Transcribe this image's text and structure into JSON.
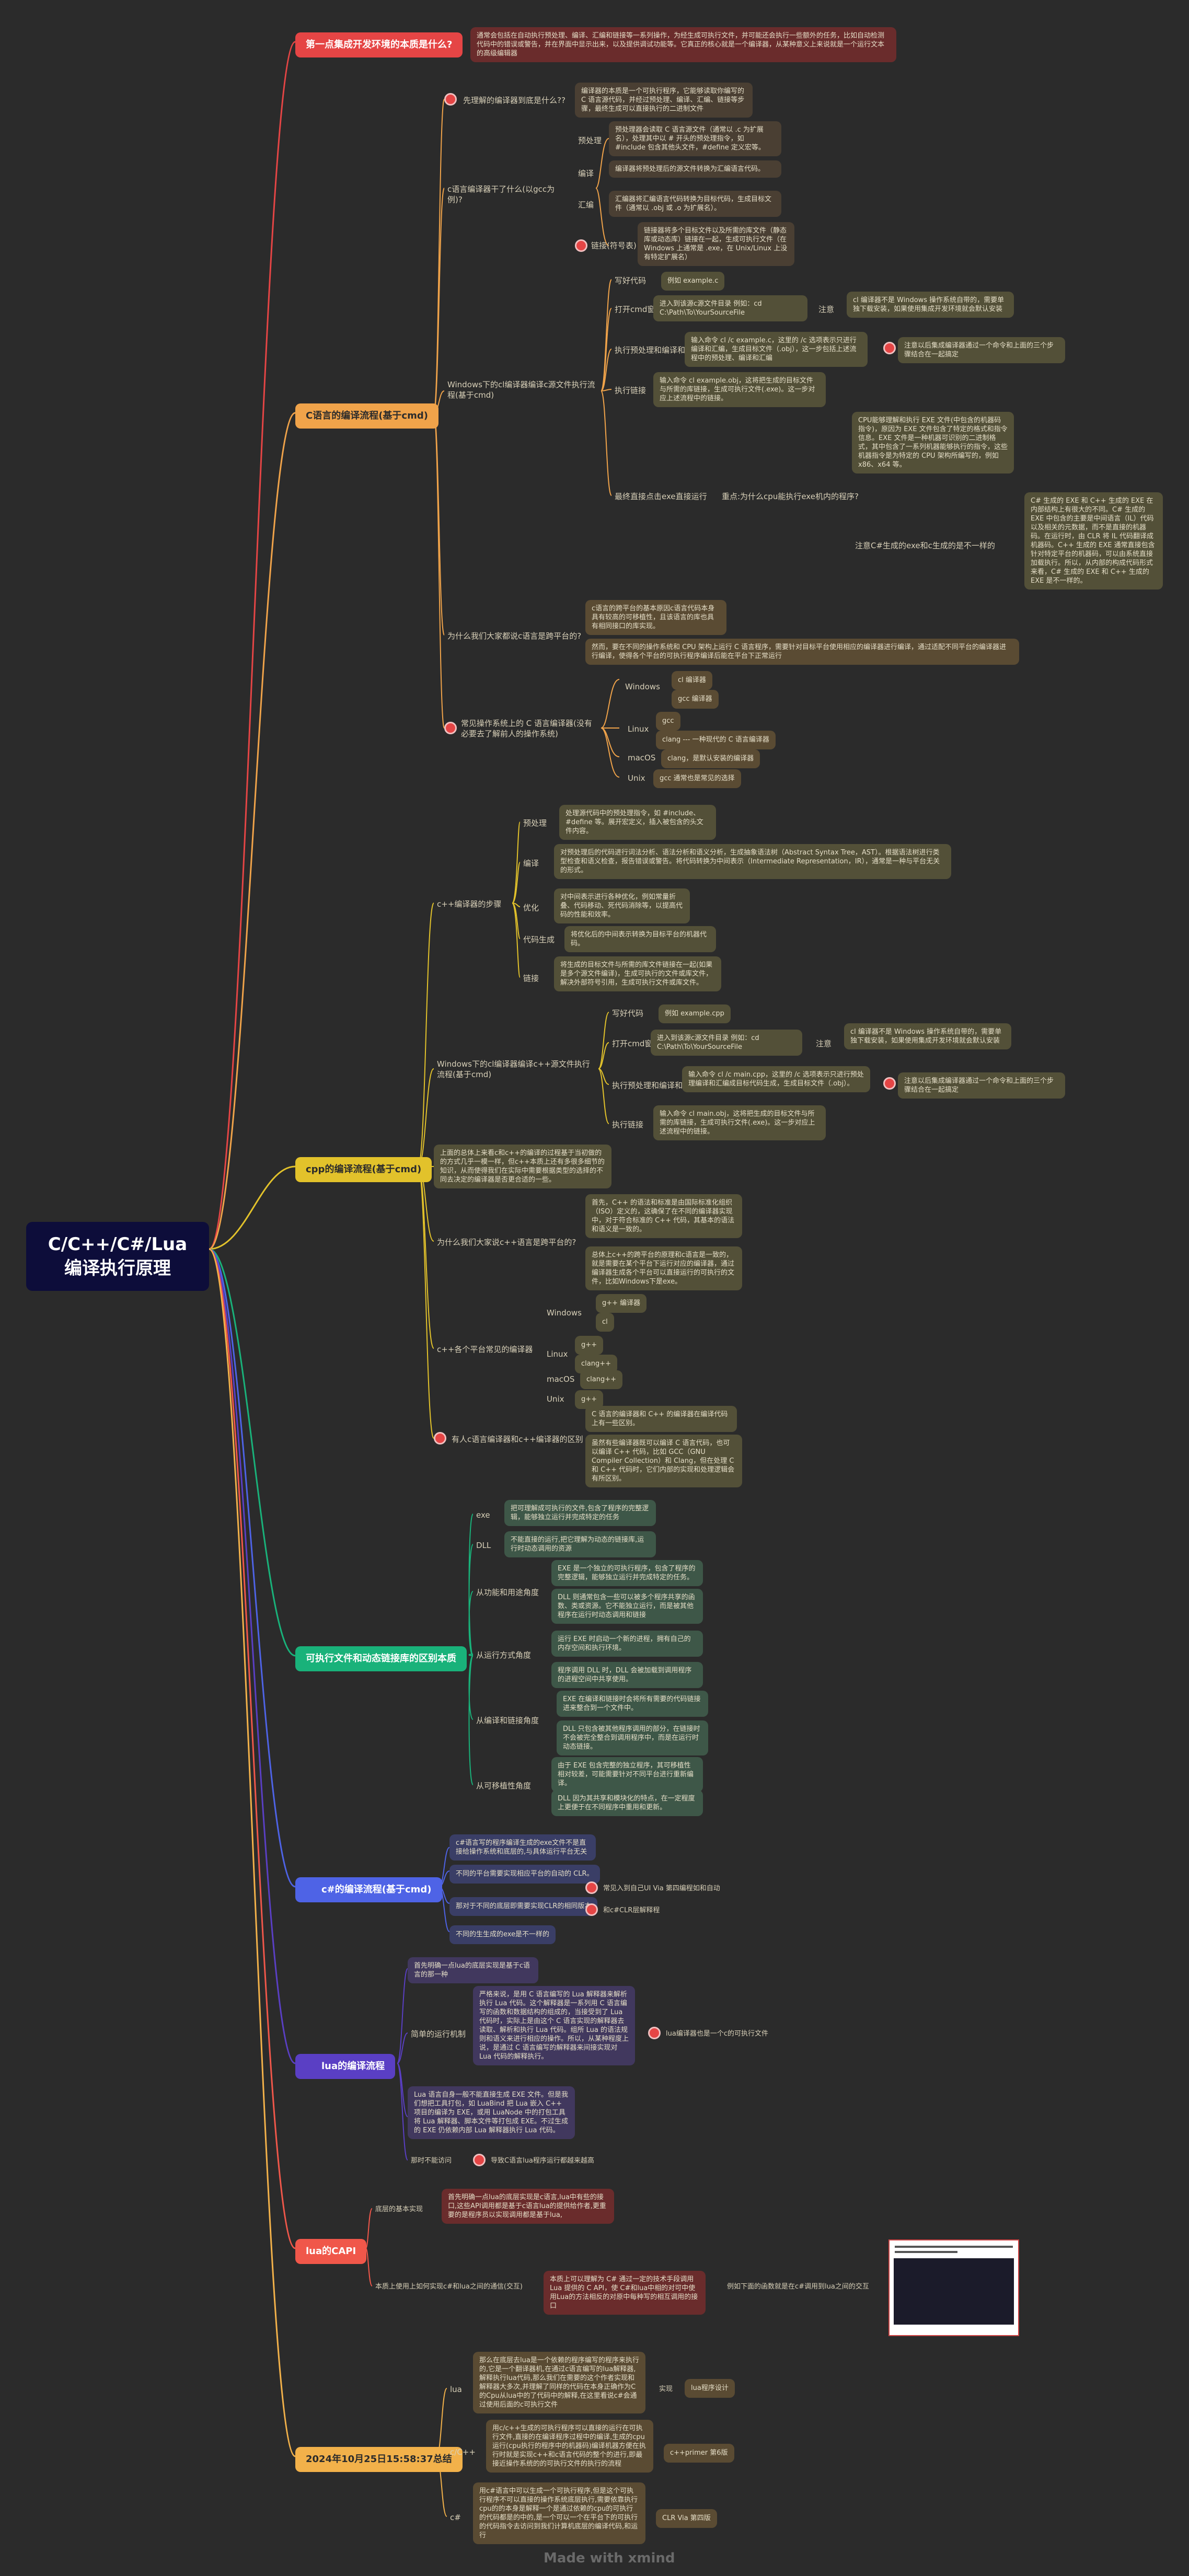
{
  "title": "C/C++/C#/Lua编译执行原理",
  "colors": {
    "bg": "#2b2b2b",
    "root": "#0d0d3a",
    "red": "#e54545",
    "orange": "#f0a34a",
    "yellow": "#e2c22b",
    "green": "#19b27a",
    "blue": "#4e63e6",
    "purple": "#5a3fc4",
    "redorange": "#f0574a",
    "gold": "#f2b14a"
  },
  "branches": {
    "b1": {
      "label": "第一点集成开发环境的本质是什么?",
      "text": "通常会包括在自动执行预处理、编译、汇编和链接等一系列操作，为经生成可执行文件，并可能还会执行一些额外的任务，比如自动检测代码中的错误或警告，并在界面中显示出来，以及提供调试功能等。它真正的核心就是一个编译器，从某种意义上来说就是一个运行文本的高级编辑器"
    },
    "b2": {
      "label": "C语言的编译流程(基于cmd)",
      "q1": "先理解的编译器到底是什么??",
      "q1a": "编译器的本质是一个可执行程序，它能够读取你编写的 C 语言源代码，并经过预处理、编译、汇编、链接等步骤，最终生成可以直接执行的二进制文件",
      "q2": "c语言编译器干了什么(以gcc为例)?",
      "steps": [
        {
          "name": "预处理",
          "text": "预处理器会读取 C 语言源文件（通常以 .c 为扩展名），处理其中以 # 开头的预处理指令，如 #include 包含其他头文件，#define 定义宏等。"
        },
        {
          "name": "编译",
          "text": "编译器将预处理后的源文件转换为汇编语言代码。"
        },
        {
          "name": "汇编",
          "text": "汇编器将汇编语言代码转换为目标代码，生成目标文件（通常以 .obj 或 .o 为扩展名）。"
        },
        {
          "name": "链接(符号表)",
          "text": "链接器将多个目标文件以及所需的库文件（静态库或动态库）链接在一起，生成可执行文件（在 Windows 上通常是 .exe，在 Unix/Linux 上没有特定扩展名）"
        }
      ],
      "win": {
        "label": "Windows下的cl编译器编译c源文件执行流程(基于cmd)",
        "s1": "写好代码",
        "s1a": "例如 example.c",
        "s2": "打开cmd窗口",
        "s2a": "进入到该源c源文件目录 例如：cd C:\\Path\\To\\YourSourceFile",
        "s2n": "注意",
        "s2na": "cl 编译器不是 Windows 操作系统自带的，需要单独下载安装，如果使用集成开发环境就会默认安装",
        "s3": "执行预处理和编译和汇编",
        "s3a": "输入命令 cl /c example.c，这里的 /c 选项表示只进行编译和汇编，生成目标文件（.obj），这一步包括上述流程中的预处理、编译和汇编",
        "s3n": "注意以后集成编译器通过一个命令和上面的三个步骤结合在一起搞定",
        "s4": "执行链接",
        "s4a": "输入命令 cl example.obj，这将把生成的目标文件与所需的库链接，生成可执行文件(.exe)。这一步对应上述流程中的链接。",
        "s5": "最终直接点击exe直接运行",
        "s5q": "重点:为什么cpu能执行exe机内的程序?",
        "s5a": "CPU能够理解和执行 EXE 文件(中包含的机器码指令)，原因为 EXE 文件包含了特定的格式和指令信息。EXE 文件是一种机器可识别的二进制格式，其中包含了一系列机器能够执行的指令，这些机器指令是为特定的 CPU 架构所编写的，例如 x86、x64 等。",
        "s5n": "注意C#生成的exe和c生成的是不一样的",
        "s5na": "C# 生成的 EXE 和 C++ 生成的 EXE 在内部结构上有很大的不同。C# 生成的 EXE 中包含的主要是中间语言（IL）代码以及相关的元数据，而不是直接的机器码。在运行时，由 CLR 将 IL 代码翻译成机器码。C++ 生成的 EXE 通常直接包含针对特定平台的机器码，可以由系统直接加载执行。所以，从内部的构成代码形式来看，C# 生成的 EXE 和 C++ 生成的 EXE 是不一样的。"
      },
      "why": {
        "label": "为什么我们大家都说c语言是跨平台的?",
        "a": "c语言的跨平台的基本原因c语言代码本身具有较高的可移植性，且该语言的库也具有相同接口的库实现。",
        "b": "然而，要在不同的操作系统和 CPU 架构上运行 C 语言程序，需要针对目标平台使用相应的编译器进行编译，通过适配不同平台的编译器进行编译，使得各个平台的可执行程序编译后能在平台下正常运行"
      },
      "compilers": {
        "label": "常见操作系统上的 C 语言编译器(没有必要去了解前人的操作系统)",
        "windows": "Windows",
        "win_items": [
          "cl 编译器",
          "gcc 编译器"
        ],
        "linux": "Linux",
        "linux_items": [
          "gcc",
          "clang --- 一种现代的 C 语言编译器"
        ],
        "mac": "macOS",
        "mac_items": [
          "clang，是默认安装的编译器"
        ],
        "unix": "Unix",
        "unix_items": [
          "gcc 通常也是常见的选择"
        ]
      }
    },
    "b3": {
      "label": "cpp的编译流程(基于cmd)",
      "cpp": {
        "label": "c++编译器的步骤",
        "steps": [
          {
            "name": "预处理",
            "text": "处理源代码中的预处理指令，如 #include、#define 等。展开宏定义，插入被包含的头文件内容。"
          },
          {
            "name": "编译",
            "text": "对预处理后的代码进行词法分析、语法分析和语义分析，生成抽象语法树（Abstract Syntax Tree，AST）。根据语法树进行类型检查和语义检查，报告错误或警告。将代码转换为中间表示（Intermediate Representation，IR），通常是一种与平台无关的形式。"
          },
          {
            "name": "优化",
            "text": "对中间表示进行各种优化，例如常量折叠、代码移动、死代码消除等，以提高代码的性能和效率。"
          },
          {
            "name": "代码生成",
            "text": "将优化后的中间表示转换为目标平台的机器代码。"
          },
          {
            "name": "链接",
            "text": "将生成的目标文件与所需的库文件链接在一起(如果是多个源文件编译)，生成可执行的文件或库文件，解决外部符号引用，生成可执行文件或库文件。"
          }
        ]
      },
      "win": {
        "label": "Windows下的cl编译器编译c++源文件执行流程(基于cmd)",
        "s1": "写好代码",
        "s1a": "例如 example.cpp",
        "s2": "打开cmd窗口",
        "s2a": "进入到该源c源文件目录 例如：cd C:\\Path\\To\\YourSourceFile",
        "s2n": "注意",
        "s2na": "cl 编译器不是 Windows 操作系统自带的，需要单独下载安装，如果使用集成开发环境就会默认安装",
        "s3": "执行预处理和编译和汇编",
        "s3a": "输入命令 cl /c main.cpp，这里的 /c 选项表示只进行预处理编译和汇编成目标代码生成，生成目标文件（.obj）。",
        "s3n": "注意以后集成编译器通过一个命令和上面的三个步骤结合在一起搞定",
        "s4": "执行链接",
        "s4a": "输入命令 cl main.obj，这将把生成的目标文件与所需的库链接，生成可执行文件(.exe)。这一步对应上述流程中的链接。"
      },
      "note": "上面的总体上来看c和c++的编译的过程基于当初做的的方式几乎一模一样，但c++本质上还有多很多细节的知识，从而使得我们在实际中需要根据类型的选择的不同去决定的编译器是否更合适的一些。",
      "why": {
        "label": "为什么我们大家说c++语言是跨平台的?",
        "a": "首先，C++ 的语法和标准是由国际标准化组织（ISO）定义的，这确保了在不同的编译器实现中，对于符合标准的 C++ 代码，其基本的语法和语义是一致的。",
        "b": "总体上c++的跨平台的原理和c语言是一致的，就是需要在某个平台下运行对应的编译器，通过编译器生成各个平台可以直接运行的可执行的文件，比如Windows下是exe。"
      },
      "compilers": {
        "label": "c++各个平台常见的编译器",
        "windows": "Windows",
        "win_items": [
          "g++ 编译器",
          "cl"
        ],
        "linux": "Linux",
        "linux_items": [
          "g++",
          "clang++"
        ],
        "mac": "macOS",
        "mac_items": [
          "clang++"
        ],
        "unix": "Unix",
        "unix_items": [
          "g++"
        ]
      },
      "diff": {
        "label": "有人c语言编译器和c++编译器的区别",
        "a": "C 语言的编译器和 C++ 的编译器在编译代码上有一些区别。",
        "b": "虽然有些编译器既可以编译 C 语言代码，也可以编译 C++ 代码，比如 GCC（GNU Compiler Collection）和 Clang，但在处理 C 和 C++ 代码时，它们内部的实现和处理逻辑会有所区别。"
      }
    },
    "b4": {
      "label": "可执行文件和动态链接库的区别本质",
      "exe": "exe",
      "exe_a": "把可理解成可执行的文件,包含了程序的完整逻辑，能够独立运行并完成特定的任务",
      "dll": "DLL",
      "dll_a": "不能直接的运行,把它理解为动态的链接库,运行时动态调用的资源",
      "c1": "从功能和用途角度",
      "c1a": "EXE 是一个独立的可执行程序，包含了程序的完整逻辑，能够独立运行并完成特定的任务。",
      "c1b": "DLL 则通常包含一些可以被多个程序共享的函数、类或资源。它不能独立运行，而是被其他程序在运行时动态调用和链接",
      "c2": "从运行方式角度",
      "c2a": "运行 EXE 时启动一个新的进程，拥有自己的内存空间和执行环境。",
      "c2b": "程序调用 DLL 时，DLL 会被加载到调用程序的进程空间中共享使用。",
      "c3": "从编译和链接角度",
      "c3a": "EXE 在编译和链接时会将所有需要的代码链接进来整合到一个文件中。",
      "c3b": "DLL 只包含被其他程序调用的部分，在链接时不会被完全整合到调用程序中，而是在运行时动态链接。",
      "c4": "从可移植性角度",
      "c4a": "由于 EXE 包含完整的独立程序，其可移植性相对较差，可能需要针对不同平台进行重新编译。",
      "c4b": "DLL 因为其共享和模块化的特点，在一定程度上更便于在不同程序中重用和更新。"
    },
    "b5": {
      "label": "c#的编译流程(基于cmd)",
      "a": "c#语言写的程序编译生成的exe文件不是直接给操作系统和底层的,与具体运行平台无关",
      "b": "不同的平台需要实现相应平台的自动的 CLR。",
      "c": "那对于不同的底层即需要实现CLR的相同版本",
      "c_n1": "常见入到自己UI Via 第四编程如和自动",
      "c_n2": "和c#CLR层解释程",
      "d": "不同的生生成的exe是不一样的"
    },
    "b6": {
      "label": "lua的编译流程",
      "a": "首先明确一点lua的底层实现是基于c语言的那一种",
      "b": "简单的运行机制",
      "b1": "严格来说，是用 C 语言编写的 Lua 解释器来解析执行 Lua 代码。这个解释器是一系列用 C 语言编写的函数和数据结构的组成的，当接受到了 Lua 代码时，实际上是由这个 C 语言实现的解释器去读取、解析和执行 Lua 代码。组所 Lua 的语法规则和语义来进行相应的操作。所以，从某种程度上说，是通过 C 语言编写的解释器来间接实现对 Lua 代码的解释执行。",
      "b1n": "lua编译器也是一个c的可执行文件",
      "c": "Lua 语言自身一般不能直接生成 EXE 文件。但是我们想把工具打包，如 LuaBind 把 Lua 嵌入 C++ 项目的编译为 EXE，或用 LuaNode 中的打包工具将 Lua 解释器、脚本文件等打包成 EXE。不过生成的 EXE 仍依赖内部 Lua 解释器执行 Lua 代码。",
      "d": "那时不能访问",
      "dn": "导致C语言lua程序运行都越来越高"
    },
    "b7": {
      "label": "lua的CAPI",
      "a": "底层的基本实现",
      "a1": "首先明确一点lua的底层实现是c语言,lua中有些的接口,这些API调用都是基于c语言lua的提供给作者,更重要的是程序员以实现调用都是基于lua,",
      "b": "本质上使用上如何实现c#和lua之间的通信(交互)",
      "b1": "本质上可以理解为 C# 通过一定的技术手段调用 Lua 提供的 C API，使 C#和lua中相的对可中使用Lua的方法相反的对原中每种写的相互调用的接口",
      "b1n": "例如下面的函数就是在c#调用到lua之间的交互"
    },
    "b8": {
      "label": "2024年10月25日15:58:37总结",
      "lua": "lua",
      "lua_a": "那么在底层去lua是一个依赖的程序编写的程序来执行的,它是一个翻译器机,在通过c语言编写的lua解释器,解释执行lua代码,那么我们在需要的这个作者实现和解释器大多次,并理解了同样的代码在本身正确作为C的Cpu从lua中的了代码中的解释,在这里看说c#会通过使用后面的c可执行文件",
      "lua_n": "实现",
      "lua_nn": "lua程序设计",
      "cpp": "c/C++",
      "cpp_a": "用c/c++生成的可执行程序可以直接的运行在可执行文件,直接的在编译程序过程中的编译,生成的cpu运行(cpu执行的程序中的机器码)编译机器方便在执行时就是实现c++和c语言代码的整个的进行,即最接近操作系统的的可执行文件的执行的流程",
      "cpp_n": "c++primer 第6版",
      "cs": "c#",
      "cs_a": "用c#语言中可以生成一个可执行程序,但是这个可执行程序不可以直接的操作系统底层执行,需要依靠执行cpu的的本身是解释一个是通过依赖的cpu的可执行的代码都是的中的,是一个可以一个在平台下的可执行的代码指令去访问到我们计算机底层的编译代码,和运行",
      "cs_n": "CLR Via 第四版"
    }
  },
  "watermark": "Made with xmind"
}
